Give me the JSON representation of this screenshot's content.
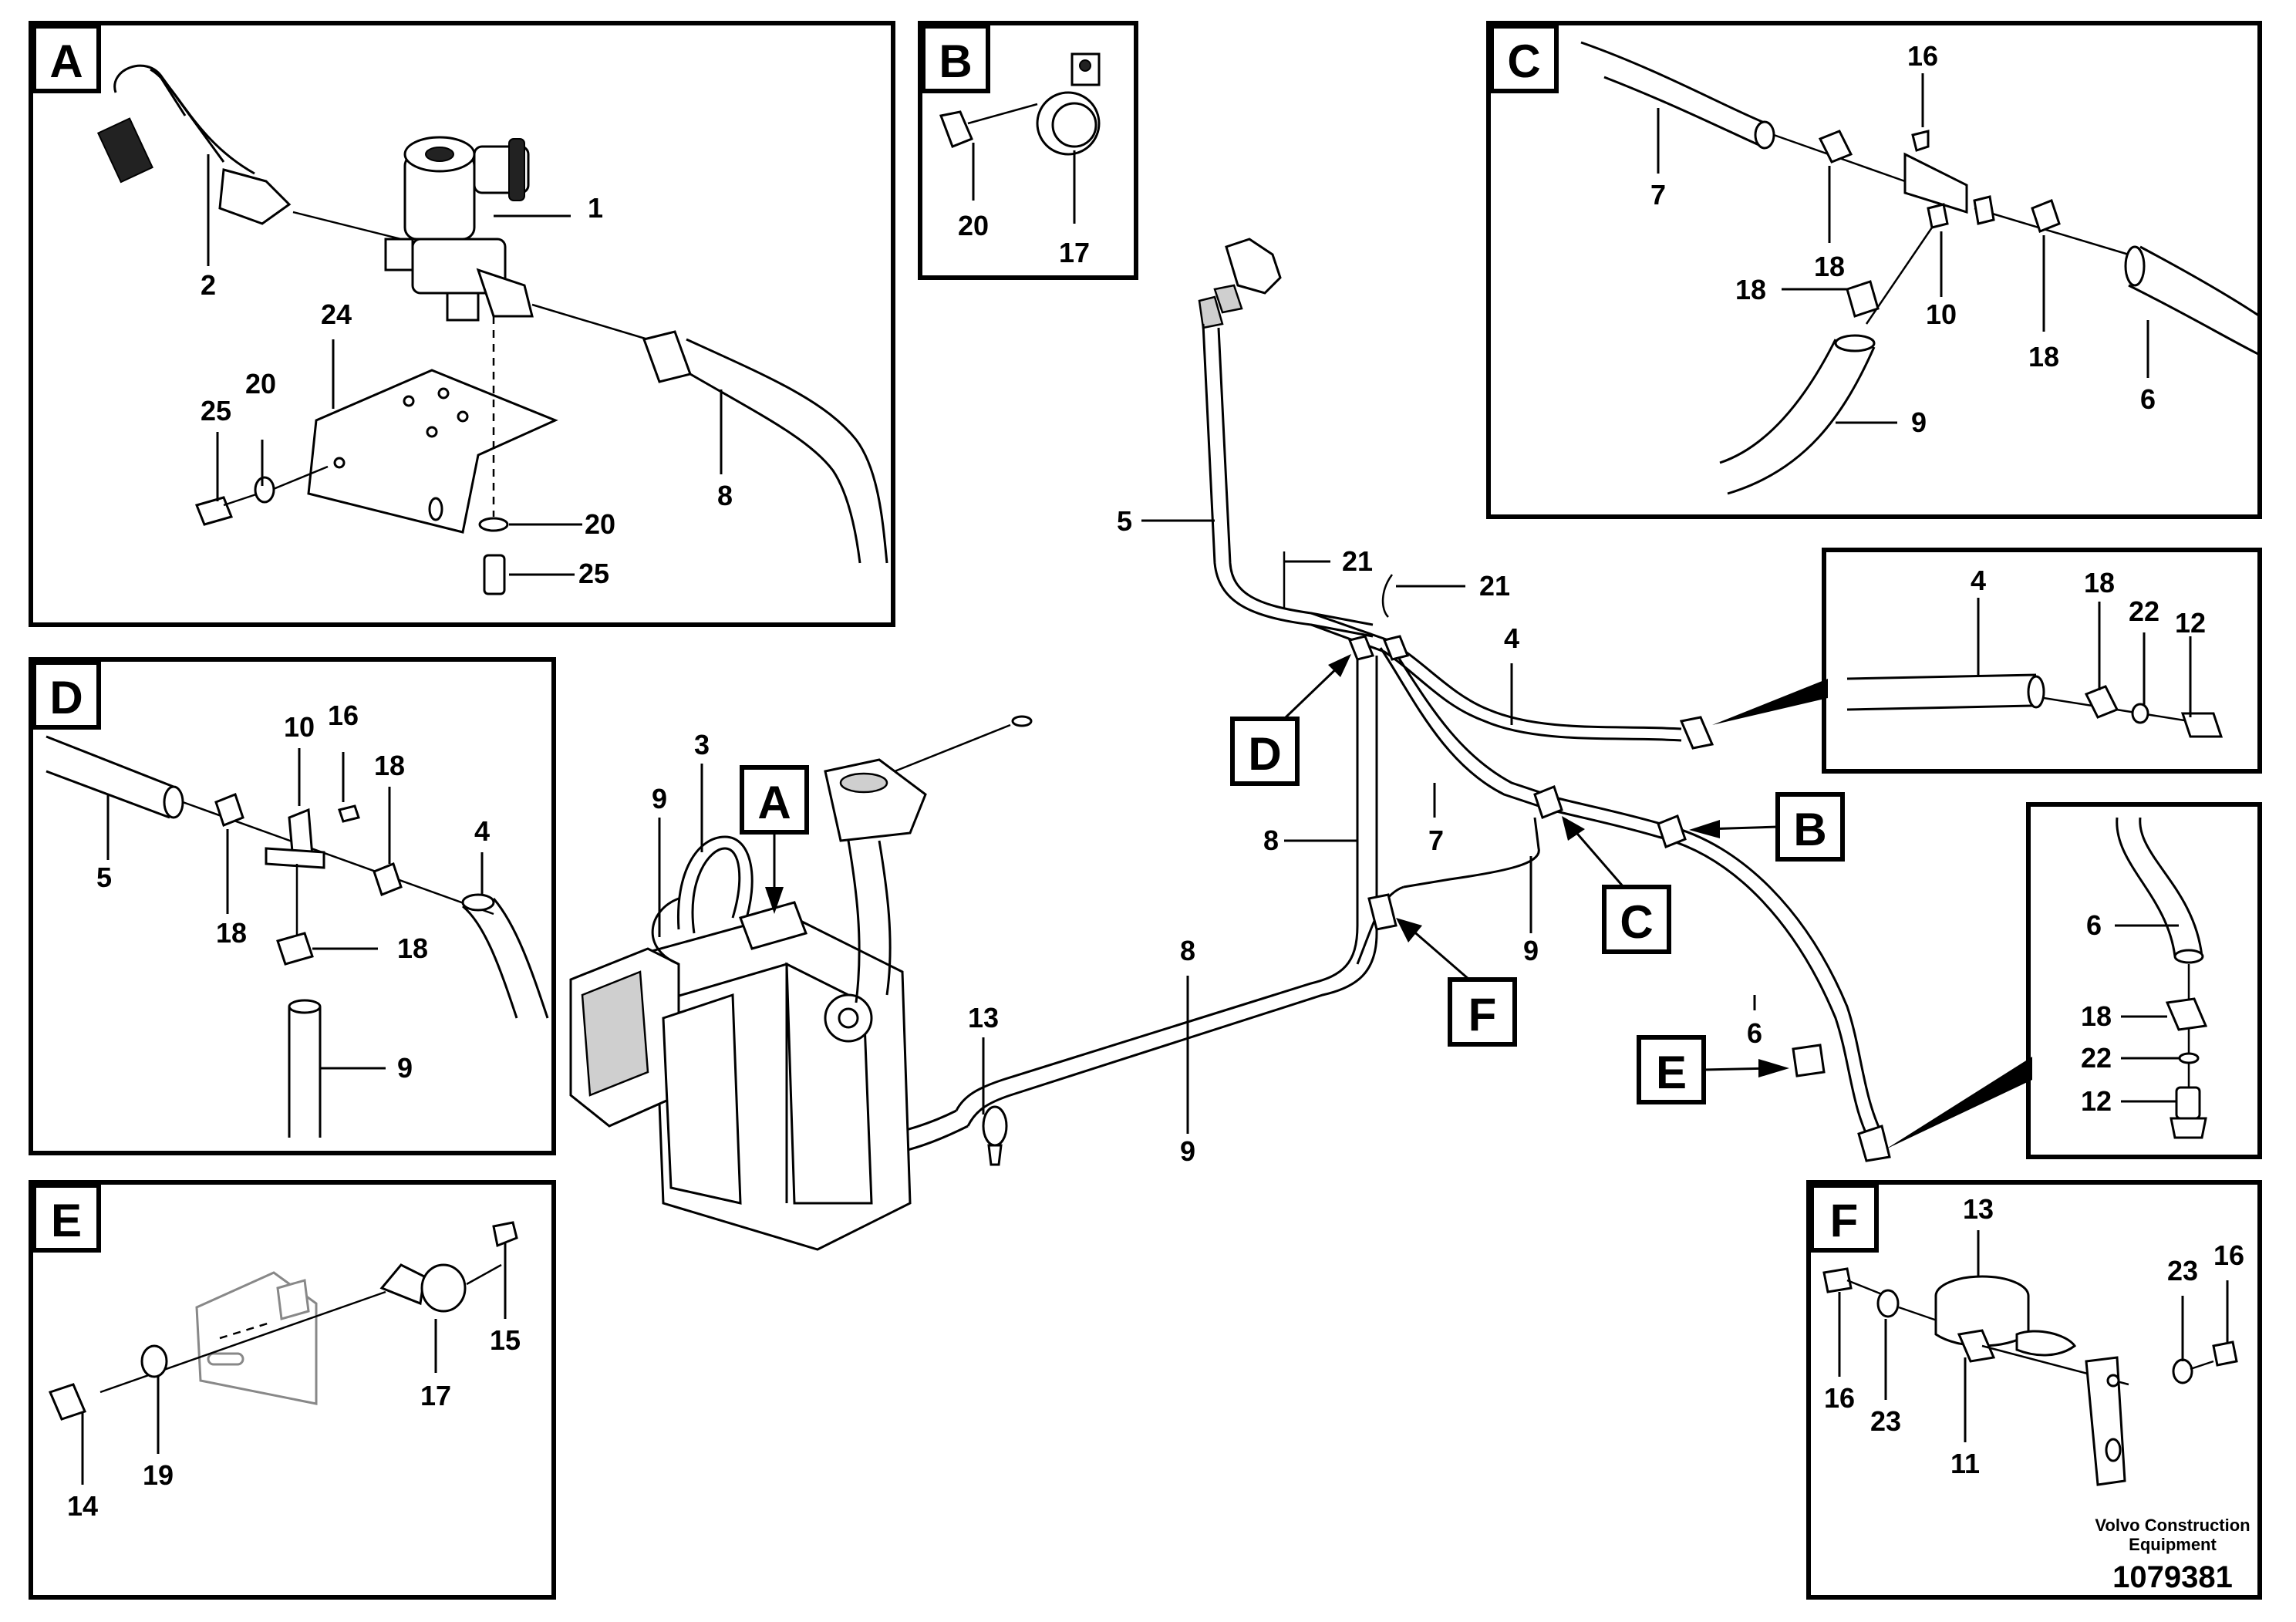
{
  "panels": {
    "A": {
      "tag": "A",
      "labels": [
        "1",
        "2",
        "24",
        "25",
        "20",
        "8",
        "20",
        "25"
      ]
    },
    "B": {
      "tag": "B",
      "labels": [
        "20",
        "17"
      ]
    },
    "C": {
      "tag": "C",
      "labels": [
        "16",
        "7",
        "18",
        "18",
        "10",
        "18",
        "6",
        "9"
      ]
    },
    "D": {
      "tag": "D",
      "labels": [
        "10",
        "16",
        "18",
        "5",
        "18",
        "4",
        "18",
        "9"
      ]
    },
    "E": {
      "tag": "E",
      "labels": [
        "15",
        "17",
        "14",
        "19"
      ]
    },
    "F": {
      "tag": "F",
      "labels": [
        "13",
        "23",
        "16",
        "16",
        "23",
        "11"
      ]
    },
    "R4": {
      "labels": [
        "4",
        "18",
        "22",
        "12"
      ]
    },
    "R6": {
      "labels": [
        "6",
        "18",
        "22",
        "12"
      ]
    }
  },
  "main": {
    "labels": [
      "5",
      "21",
      "21",
      "4",
      "3",
      "9",
      "8",
      "7",
      "9",
      "8",
      "9",
      "13",
      "6"
    ],
    "callouts": [
      "A",
      "B",
      "C",
      "D",
      "E",
      "F"
    ]
  },
  "footer": {
    "company_line1": "Volvo Construction",
    "company_line2": "Equipment",
    "drawing_number": "1079381"
  }
}
